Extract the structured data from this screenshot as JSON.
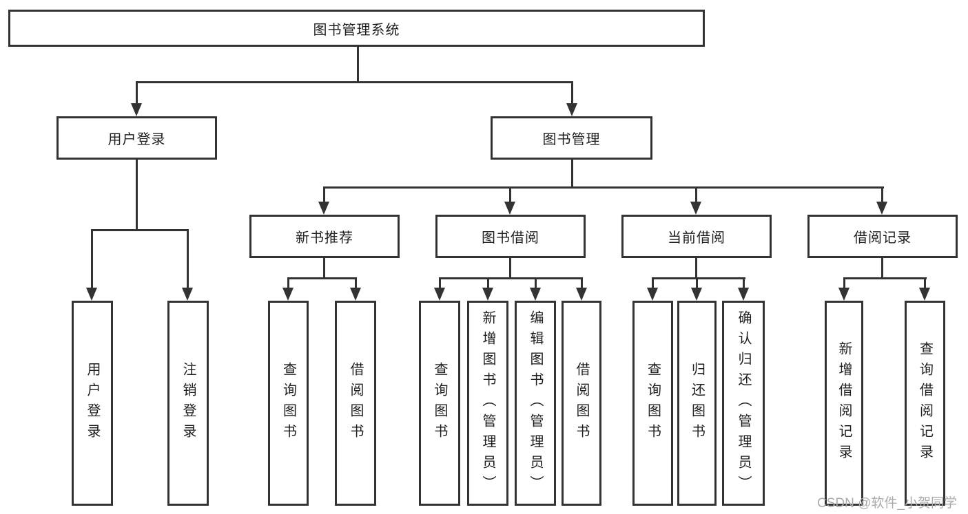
{
  "colors": {
    "line": "#333333",
    "node_border": "#333333",
    "node_text": "#1f1f1f",
    "background": "#ffffff",
    "watermark_text_color": "#ababab"
  },
  "diagram": {
    "type": "hierarchy-tree",
    "root": {
      "label": "图书管理系统"
    },
    "level2": [
      {
        "label": "用户登录"
      },
      {
        "label": "图书管理"
      }
    ],
    "level3": [
      {
        "label": "新书推荐",
        "parent": "图书管理"
      },
      {
        "label": "图书借阅",
        "parent": "图书管理"
      },
      {
        "label": "当前借阅",
        "parent": "图书管理"
      },
      {
        "label": "借阅记录",
        "parent": "图书管理"
      }
    ],
    "leaves": [
      {
        "label": "用户登录",
        "parent": "用户登录"
      },
      {
        "label": "注销登录",
        "parent": "用户登录"
      },
      {
        "label": "查询图书",
        "parent": "新书推荐"
      },
      {
        "label": "借阅图书",
        "parent": "新书推荐"
      },
      {
        "label": "查询图书",
        "parent": "图书借阅"
      },
      {
        "label": "新增图书（管理员）",
        "parent": "图书借阅"
      },
      {
        "label": "编辑图书（管理员）",
        "parent": "图书借阅"
      },
      {
        "label": "借阅图书",
        "parent": "图书借阅"
      },
      {
        "label": "查询图书",
        "parent": "当前借阅"
      },
      {
        "label": "归还图书",
        "parent": "当前借阅"
      },
      {
        "label": "确认归还（管理员）",
        "parent": "当前借阅"
      },
      {
        "label": "新增借阅记录",
        "parent": "借阅记录"
      },
      {
        "label": "查询借阅记录",
        "parent": "借阅记录"
      }
    ]
  },
  "watermark": {
    "text": "CSDN @软件_小贺同学"
  }
}
